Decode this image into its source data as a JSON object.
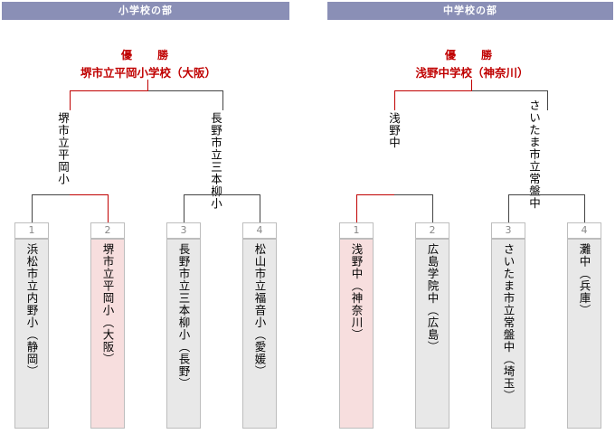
{
  "sections": [
    {
      "header": "小学校の部",
      "champion_label": "優　勝",
      "champion": "堺市立平岡小学校（大阪）",
      "semifinalists": [
        {
          "text": "堺市立平岡小",
          "winner": true
        },
        {
          "text": "長野市立三本柳小",
          "winner": false
        }
      ],
      "teams": [
        {
          "seed": "1",
          "text": "浜松市立内野小（静岡）",
          "winner": false
        },
        {
          "seed": "2",
          "text": "堺市立平岡小（大阪）",
          "winner": true
        },
        {
          "seed": "3",
          "text": "長野市立三本柳小（長野）",
          "winner": false
        },
        {
          "seed": "4",
          "text": "松山市立福音小（愛媛）",
          "winner": false
        }
      ]
    },
    {
      "header": "中学校の部",
      "champion_label": "優　勝",
      "champion": "浅野中学校（神奈川）",
      "semifinalists": [
        {
          "text": "浅野中",
          "winner": true
        },
        {
          "text": "さいたま市立常盤中",
          "winner": false
        }
      ],
      "teams": [
        {
          "seed": "1",
          "text": "浅野中（神奈川）",
          "winner": true
        },
        {
          "seed": "2",
          "text": "広島学院中（広島）",
          "winner": false
        },
        {
          "seed": "3",
          "text": "さいたま市立常盤中（埼玉）",
          "winner": false
        },
        {
          "seed": "4",
          "text": "灘中（兵庫）",
          "winner": false
        }
      ]
    }
  ],
  "colors": {
    "header_bg": "#8a8fb6",
    "winner": "#c00000",
    "winner_box": "#f7dede",
    "box": "#e8e8e8"
  }
}
